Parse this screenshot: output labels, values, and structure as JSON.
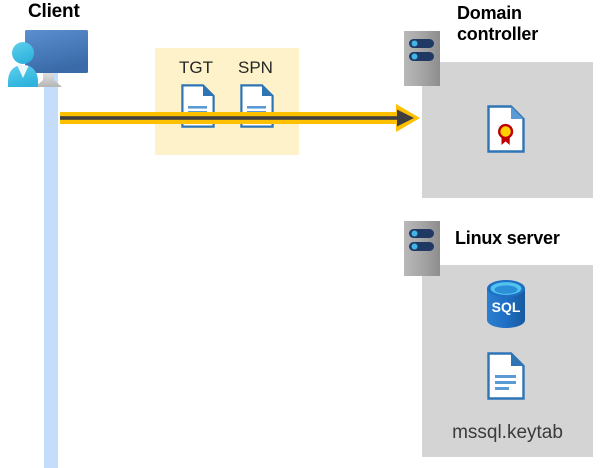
{
  "diagram": {
    "title_client": "Client",
    "title_domain_controller": "Domain controller",
    "title_linux_server": "Linux server",
    "colors": {
      "lifeline": "#c5dcfa",
      "message_box": "#fdf2c9",
      "panel": "#d4d4d4",
      "arrow": "#ffc000",
      "arrow_core": "#3f3f3f",
      "doc_border": "#2e75b6",
      "doc_fold": "#2e75b6",
      "server_body": "#9e9e9e",
      "server_slot": "#1f3864",
      "server_led": "#41b6e6",
      "monitor": "#4a7ebb",
      "person": "#41bfe8",
      "sql": "#1f6fc4",
      "seal_ribbon": "#c00000",
      "seal_center": "#ffd100",
      "text_dark": "#262626",
      "text_label": "#3b3b3b"
    }
  },
  "client": {
    "label": "Client",
    "icon_name": "user-workstation-icon"
  },
  "message": {
    "documents": [
      {
        "label": "TGT",
        "icon_name": "document-icon"
      },
      {
        "label": "SPN",
        "icon_name": "document-icon"
      }
    ],
    "arrow_name": "request-arrow"
  },
  "domain_controller": {
    "label": "Domain controller",
    "server_icon_name": "server-icon",
    "contents": [
      {
        "icon_name": "certificate-document-icon",
        "label": ""
      }
    ]
  },
  "linux_server": {
    "label": "Linux server",
    "server_icon_name": "server-icon",
    "contents": [
      {
        "icon_name": "sql-database-icon",
        "label": "SQL"
      },
      {
        "icon_name": "keytab-document-icon",
        "label": "mssql.keytab"
      }
    ],
    "keytab_label": "mssql.keytab",
    "sql_label": "SQL"
  }
}
